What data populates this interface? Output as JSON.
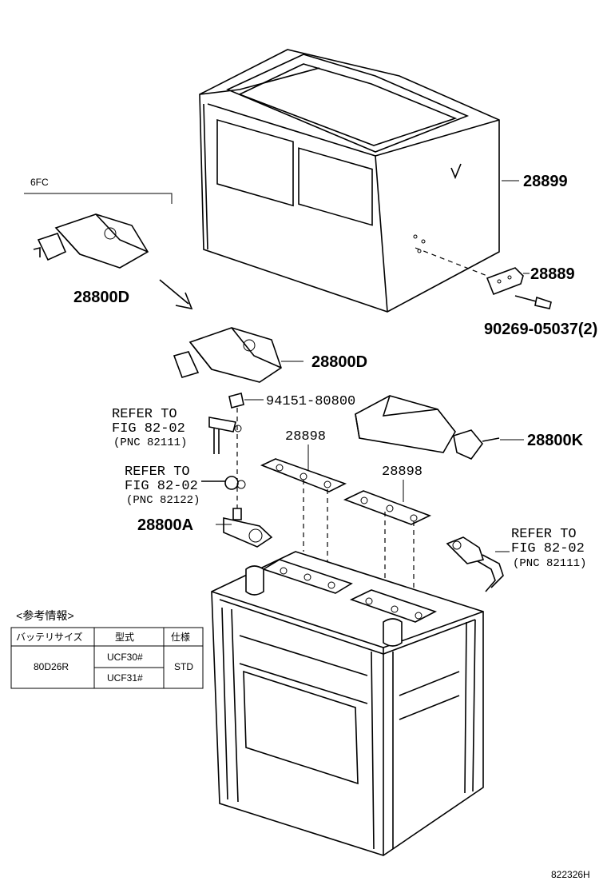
{
  "labels": {
    "p28899": "28899",
    "p28889": "28889",
    "p90269": "90269-05037(2)",
    "p28800d_top": "28800D",
    "p28800d": "28800D",
    "p94151": "94151-80800",
    "p28898_a": "28898",
    "p28898_b": "28898",
    "p28800k": "28800K",
    "p28800a": "28800A",
    "gfc": "6FC"
  },
  "refs": [
    {
      "line1": "REFER TO",
      "line2": "FIG 82-02",
      "line3": "(PNC 82111)"
    },
    {
      "line1": "REFER TO",
      "line2": "FIG 82-02",
      "line3": "(PNC 82122)"
    },
    {
      "line1": "REFER TO",
      "line2": "FIG 82-02",
      "line3": "(PNC 82111)"
    }
  ],
  "info_table": {
    "caption": "<参考情報>",
    "headers": [
      "バッテリサイズ",
      "型式",
      "仕様"
    ],
    "size": "80D26R",
    "models": [
      "UCF30#",
      "UCF31#"
    ],
    "spec": "STD"
  },
  "figure_code": "822326H"
}
